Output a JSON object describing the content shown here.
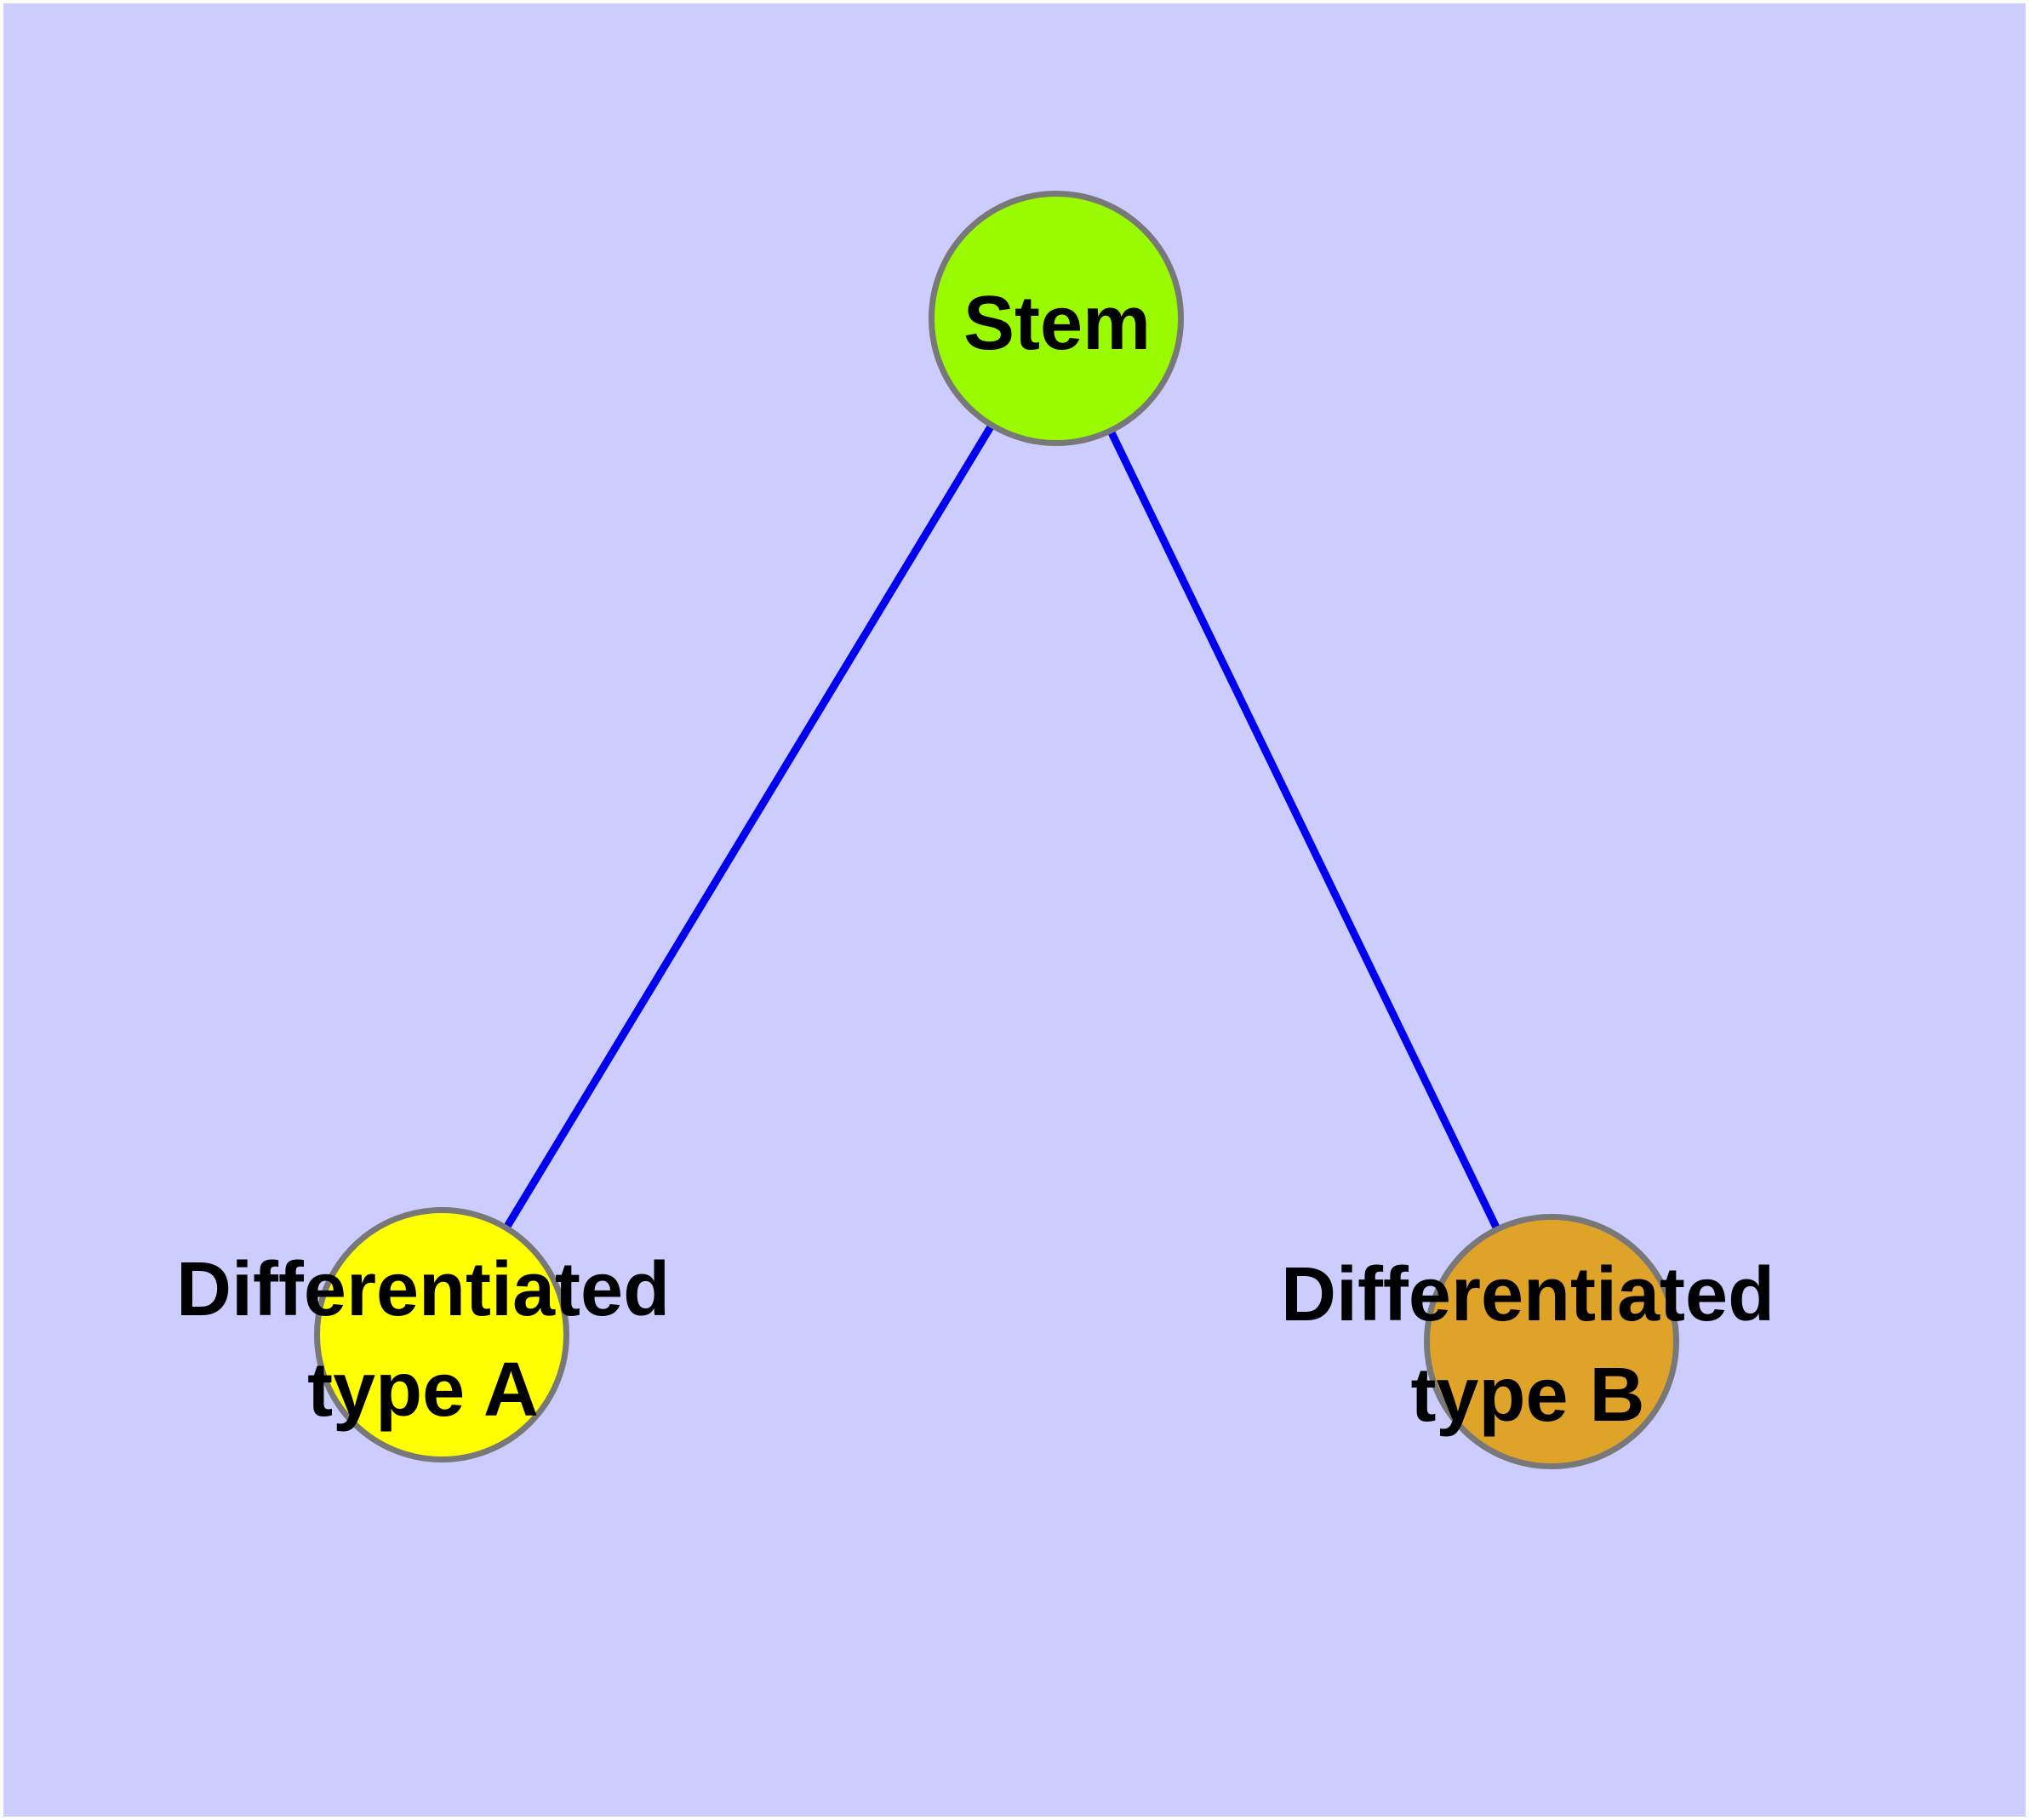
{
  "diagram": {
    "background_color": "#CCCCFF",
    "frame_color": "#FFFFFF",
    "edge_color": "#0000EE",
    "node_border_color": "#787878",
    "label_color": "#000000",
    "nodes": [
      {
        "id": "stem",
        "label": "Stem",
        "fill": "#9AFA00"
      },
      {
        "id": "type-a",
        "label": "Differentiated\ntype A",
        "fill": "#FFFF00"
      },
      {
        "id": "type-b",
        "label": "Differentiated\ntype B",
        "fill": "#E0A32A"
      }
    ],
    "edges": [
      {
        "from": "stem",
        "to": "type-a"
      },
      {
        "from": "stem",
        "to": "type-b"
      }
    ]
  }
}
